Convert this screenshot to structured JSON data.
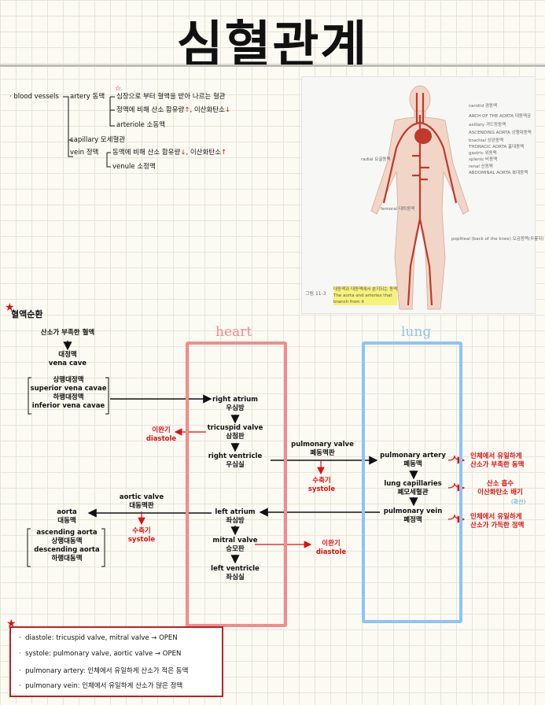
{
  "title": "심혈관계",
  "vessels": {
    "root": "· blood vessels",
    "artery": "artery 동맥",
    "artery_d1": "심장으로 부터 혈액을 받아 나르는 혈관",
    "artery_d2a": "정맥에 비해 산소 함유량",
    "artery_d2b": ", 이산화탄소",
    "arteriole": "arteriole 소동맥",
    "capillary": "capillary 모세혈관",
    "vein": "vein 정맥",
    "vein_d1a": "동맥에 비해 산소 함유량",
    "vein_d1b": ", 이산화탄소",
    "venule": "venule 소정맥"
  },
  "figure": {
    "labels": [
      "carotid 경동맥",
      "ARCH OF THE AORTA 대동맥궁",
      "axillary 겨드랑동맥",
      "ASCENDING AORTA 상행대동맥",
      "brachial 상완동맥",
      "THORACIC AORTA 흉대동맥",
      "gastric 위동맥",
      "splenic 비동맥",
      "renal 신동맥",
      "ABDOMINAL AORTA 복대동맥",
      "radial 요골동맥",
      "femoral 대퇴동맥",
      "popliteal (back of the knee) 오금동맥(무릎뒤)"
    ],
    "caption_num": "그림 11-3",
    "caption": [
      "대동맥과 대동맥에서 분지되는 동맥",
      "The aorta and arteries that",
      "branch from it"
    ]
  },
  "circ": {
    "heading": "혈액순환",
    "heart_label": "heart",
    "lung_label": "lung",
    "low_o2": "산소가 부족한 혈액",
    "vena": [
      "대정맥",
      "vena cave"
    ],
    "vena_list": [
      "상행대정맥",
      "superior vena cavae",
      "하행대정맥",
      "inferior vena cavae"
    ],
    "ra": [
      "right atrium",
      "우심방"
    ],
    "tv": [
      "tricuspid valve",
      "삼첨판"
    ],
    "rv": [
      "right ventricle",
      "우심실"
    ],
    "la": [
      "left atrium",
      "좌심방"
    ],
    "mv": [
      "mitral valve",
      "승모판"
    ],
    "lv": [
      "left ventricle",
      "좌심실"
    ],
    "pv": [
      "pulmonary valve",
      "폐동맥판"
    ],
    "pa": [
      "pulmonary artery",
      "폐동맥"
    ],
    "lc": [
      "lung capillaries",
      "폐모세혈관"
    ],
    "pvein": [
      "pulmonary vein",
      "폐정맥"
    ],
    "av": [
      "aortic valve",
      "대동맥판"
    ],
    "aorta": [
      "aorta",
      "대동맥"
    ],
    "aorta_list": [
      "ascending aorta",
      "상행대동맥",
      "descending aorta",
      "하행대동맥"
    ],
    "diastole": [
      "이완기",
      "diastole"
    ],
    "systole": [
      "수축기",
      "systole"
    ],
    "note_pa": [
      "인체에서 유일하게",
      "산소가 부족한 동맥"
    ],
    "note_lc": [
      "산소 흡수",
      "이산화탄소 배기"
    ],
    "note_lc_tag": "(확산)",
    "note_pv": [
      "인체에서 유일하게",
      "산소가 가득한 정맥"
    ]
  },
  "legend": [
    "diastole: tricuspid valve, mitral valve → OPEN",
    "systole: pulmonary valve, aortic valve → OPEN",
    "pulmonary artery: 인체에서 유일하게 산소가 적은 동맥",
    "pulmonary vein: 인체에서 유일하게 산소가 많은 정맥"
  ],
  "colors": {
    "red": "#d11111",
    "heart_box": "#f28c8c",
    "lung_box": "#8cc4f5",
    "arrow": "#111111"
  }
}
